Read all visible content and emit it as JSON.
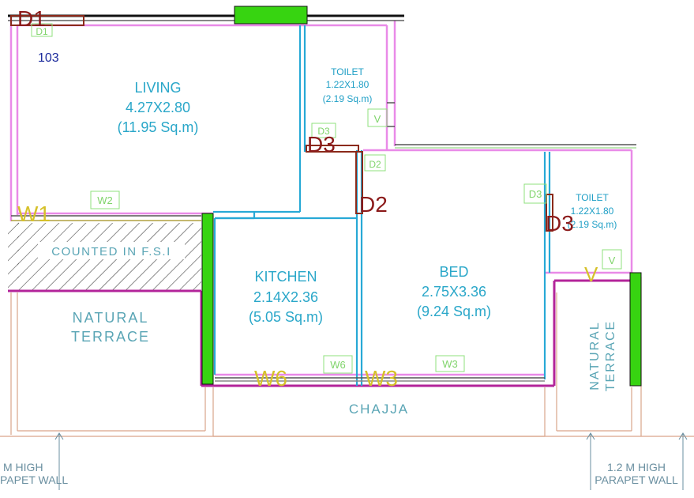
{
  "unit": "103",
  "rooms": {
    "living": {
      "name": "LIVING",
      "size": "4.27X2.80",
      "area": "(11.95 Sq.m)"
    },
    "toilet1": {
      "name": "TOILET",
      "size": "1.22X1.80",
      "area": "(2.19 Sq.m)"
    },
    "toilet2": {
      "name": "TOILET",
      "size": "1.22X1.80",
      "area": "(2.19 Sq.m)"
    },
    "kitchen": {
      "name": "KITCHEN",
      "size": "2.14X2.36",
      "area": "(5.05 Sq.m)"
    },
    "bed": {
      "name": "BED",
      "size": "2.75X3.36",
      "area": "(9.24 Sq.m)"
    }
  },
  "areas": {
    "counted": "COUNTED IN F.S.I",
    "terrace_left": [
      "NATURAL",
      "TERRACE"
    ],
    "terrace_right": [
      "NATURAL",
      "TERRACE"
    ],
    "chajja": "CHAJJA"
  },
  "parapet": {
    "left": [
      "M HIGH",
      "PAPET WALL"
    ],
    "right": [
      "1.2 M HIGH",
      "PARAPET WALL"
    ]
  },
  "openings": {
    "door_main": "D1",
    "door_main_tag": "D1",
    "d3_big": "D3",
    "d3_tag": "D3",
    "d2_big": "D2",
    "d2_tag": "D2",
    "d3_big_2": "D3",
    "d3_tag_2": "D3",
    "w1": "W1",
    "w2": "W2",
    "w6_big": "W6",
    "w6_tag": "W6",
    "w3_big": "W3",
    "w3_tag": "W3",
    "v1_tag": "V",
    "v2_big": "V",
    "v2_tag": "V"
  }
}
